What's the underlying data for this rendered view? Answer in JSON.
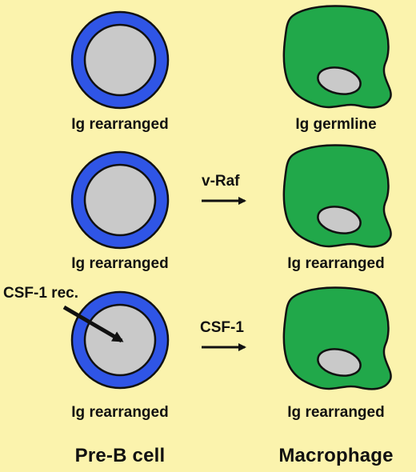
{
  "labels": {
    "row1_left": "Ig rearranged",
    "row1_right": "Ig germline",
    "row2_left": "Ig rearranged",
    "row2_right": "Ig rearranged",
    "row3_left": "Ig rearranged",
    "row3_right": "Ig rearranged",
    "arrow_vraf": "v-Raf",
    "arrow_csf1": "CSF-1",
    "receptor": "CSF-1 rec.",
    "col_left": "Pre-B cell",
    "col_right": "Macrophage"
  },
  "colors": {
    "background": "#fbf3ad",
    "preb_membrane": "#2f55e6",
    "nucleus": "#c9c9c9",
    "macrophage": "#21a84a",
    "outline": "#111111"
  }
}
